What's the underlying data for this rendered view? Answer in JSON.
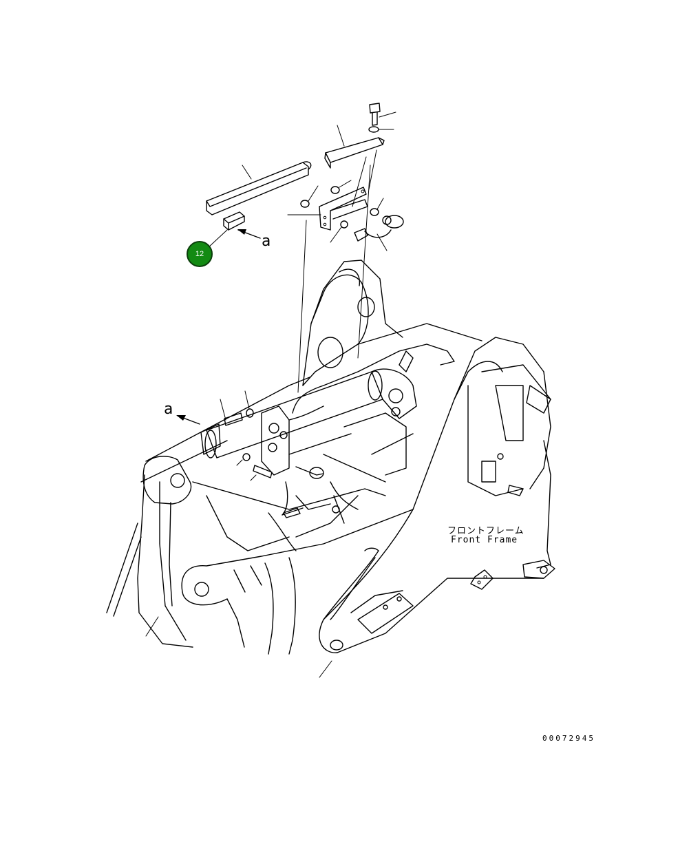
{
  "callout": {
    "number": "12",
    "color": "#138a13"
  },
  "view_labels": {
    "top": "a",
    "left": "a"
  },
  "frame_label": {
    "japanese": "フロントフレーム",
    "english": "Front Frame"
  },
  "drawing_number": "00072945"
}
